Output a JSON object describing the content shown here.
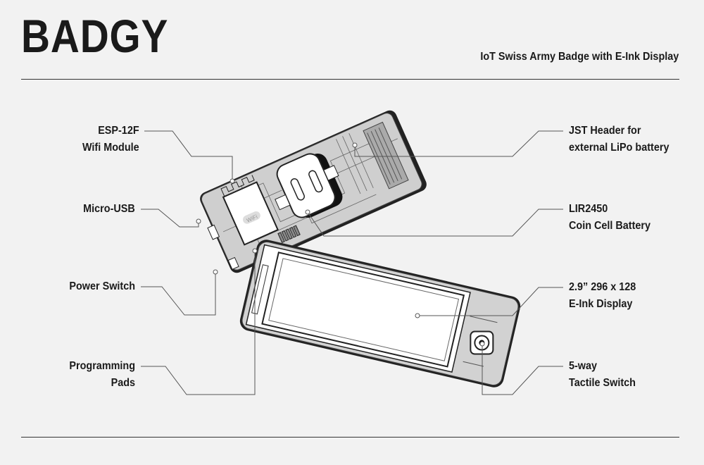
{
  "header": {
    "title": "BADGY",
    "subtitle": "IoT Swiss Army Badge with E-Ink Display"
  },
  "labels": {
    "esp": [
      "ESP-12F",
      "Wifi Module"
    ],
    "usb": [
      "Micro-USB"
    ],
    "power": [
      "Power Switch"
    ],
    "pads": [
      "Programming",
      "Pads"
    ],
    "jst": [
      "JST Header for",
      "external LiPo battery"
    ],
    "lir": [
      "LIR2450",
      "Coin Cell Battery"
    ],
    "eink": [
      "2.9” 296 x 128",
      "E-Ink Display"
    ],
    "switch": [
      "5-way",
      "Tactile Switch"
    ]
  },
  "pcb_wifi_logo": "WiFi"
}
